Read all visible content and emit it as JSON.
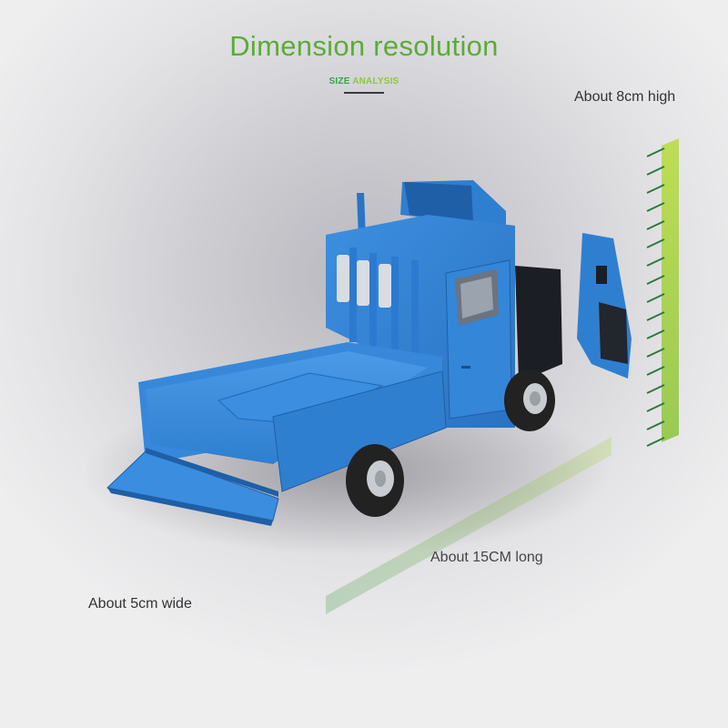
{
  "header": {
    "title": "Dimension resolution",
    "subtitle_part1": "SIZE ",
    "subtitle_part2": "ANALYSIS"
  },
  "dimensions": {
    "height_label": "About 8cm high",
    "length_label": "About 15CM long",
    "width_label": "About 5cm wide"
  },
  "product": {
    "description": "Blue die-cast pickup truck model with open doors and lowered tailgate",
    "body_color": "#2f7fd0"
  },
  "colors": {
    "title_green": "#5cab3a",
    "ruler_dark_green": "#2f8f3a",
    "ruler_light_green": "#a6d23c",
    "label_text": "#333333"
  }
}
